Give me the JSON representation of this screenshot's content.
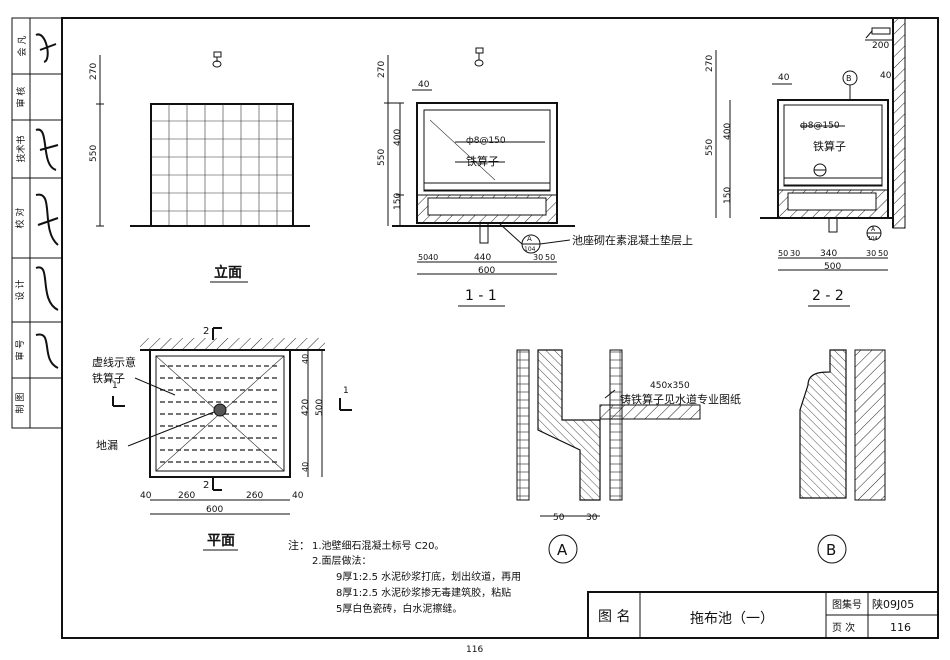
{
  "sidebar": {
    "rows": [
      {
        "label": "会 凡"
      },
      {
        "label": "审 核"
      },
      {
        "label": "技术书"
      },
      {
        "label": "校 对"
      },
      {
        "label": "设 计"
      },
      {
        "label": "审 号"
      },
      {
        "label": "制 图"
      }
    ]
  },
  "elevation": {
    "title": "立面",
    "dims": {
      "top": "270",
      "main": "550"
    }
  },
  "section_1_1": {
    "title": "1 - 1",
    "dims_left": {
      "top": "270",
      "total": "550",
      "upper": "400",
      "base": "150"
    },
    "dim_40": "40",
    "rebar": "ф8@150",
    "grate_label": "铁算子",
    "callout": {
      "ref": "A",
      "sheet": "104"
    },
    "base_note": "池座砌在素混凝土垫层上",
    "bottom_dims": {
      "d1": "50",
      "d2": "40",
      "d3": "440",
      "d4": "30",
      "d5": "50",
      "total": "600"
    }
  },
  "section_2_2": {
    "title": "2 - 2",
    "dims_left": {
      "top": "270",
      "total": "550",
      "upper": "400",
      "base": "150"
    },
    "dim_40_left": "40",
    "dim_40_right": "40",
    "dim_200": "200",
    "rebar": "ф8@150",
    "grate_label": "铁算子",
    "callout_b": "B",
    "callout_a": {
      "ref": "A",
      "sheet": "104"
    },
    "bottom_dims": {
      "d1": "50",
      "d2": "30",
      "d3": "340",
      "d4": "30",
      "d5": "50",
      "total": "500"
    }
  },
  "plan": {
    "title": "平面",
    "cut_2": "2",
    "cut_1": "1",
    "label_dashed": "虚线示意",
    "label_grate": "铁算子",
    "label_drain": "地漏",
    "right_dims": {
      "d40a": "40",
      "d420": "420",
      "d500": "500",
      "d40b": "40"
    },
    "bottom_dims": {
      "d1": "40",
      "d2": "260",
      "d3": "260",
      "d4": "40",
      "total": "600"
    }
  },
  "detail_a": {
    "label": "A",
    "grate_size": "450x350",
    "grate_note": "铸铁算子见水道专业图纸",
    "dims": {
      "d1": "50",
      "d2": "30"
    }
  },
  "detail_b": {
    "label": "B"
  },
  "notes": {
    "lead": "注：",
    "lines": [
      "1.池壁细石混凝土标号 C20。",
      "2.面层做法：",
      "9厚1:2.5 水泥砂浆打底，划出纹道，再用",
      "8厚1:2.5 水泥砂浆掺无毒建筑胶，粘贴",
      "5厚白色瓷砖，白水泥擦缝。"
    ]
  },
  "title_block": {
    "name_label": "图 名",
    "name": "拖布池（一）",
    "atlas_label": "图集号",
    "atlas_no": "陕09J05",
    "page_label": "页 次",
    "page_no": "116"
  },
  "footer_page": "116"
}
